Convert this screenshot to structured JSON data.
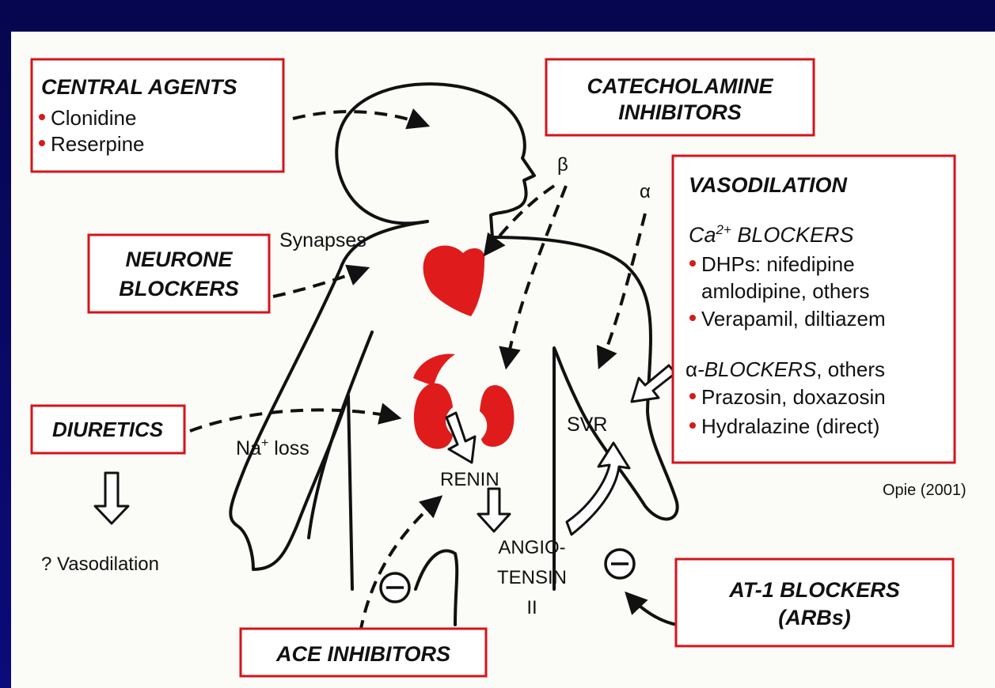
{
  "colors": {
    "frame": "#0a0a6e",
    "box_border": "#d4141a",
    "organ": "#e01b1b",
    "bullet": "#d61a1a"
  },
  "central_agents": {
    "title": "CENTRAL AGENTS",
    "items": [
      "Clonidine",
      "Reserpine"
    ]
  },
  "catecholamine_inhibitors": {
    "line1": "CATECHOLAMINE",
    "line2": "INHIBITORS"
  },
  "neurone_blockers": {
    "line1": "NEURONE",
    "line2": "BLOCKERS"
  },
  "vasodilation": {
    "title": "VASODILATION",
    "ca_heading_prefix": "Ca",
    "ca_heading_sup": "2+",
    "ca_heading_suffix": " BLOCKERS",
    "ca_item1_line1": "DHPs: nifedipine",
    "ca_item1_line2": "amlodipine, others",
    "ca_item2": "Verapamil, diltiazem",
    "alpha_heading_symbol": "α",
    "alpha_heading_text": "-BLOCKERS",
    "alpha_heading_suffix": ", others",
    "alpha_item1": "Prazosin, doxazosin",
    "alpha_item2": "Hydralazine (direct)"
  },
  "diuretics": {
    "title": "DIURETICS",
    "effect": "? Vasodilation"
  },
  "ace_inhibitors": {
    "title": "ACE INHIBITORS"
  },
  "at1_blockers": {
    "line1": "AT-1 BLOCKERS",
    "line2": "(ARBs)"
  },
  "body_labels": {
    "synapses": "Synapses",
    "beta": "β",
    "alpha": "α",
    "na_prefix": "Na",
    "na_sup": "+",
    "na_suffix": " loss",
    "renin": "RENIN",
    "angio_line1": "ANGIO-",
    "angio_line2": "TENSIN",
    "angio_line3": "II",
    "svr": "SVR"
  },
  "citation": "Opie (2001)"
}
